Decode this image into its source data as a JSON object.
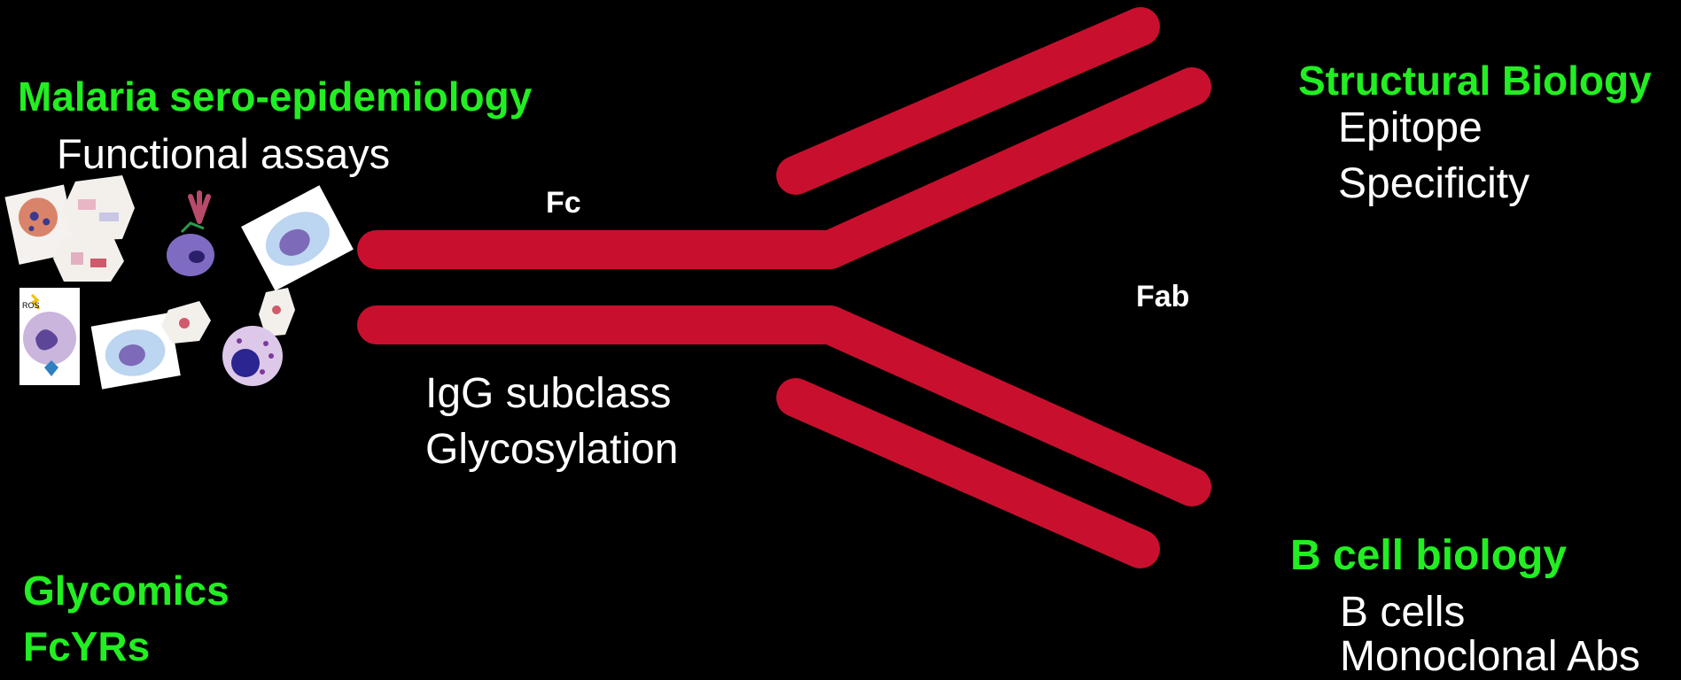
{
  "colors": {
    "antibody": "#c8102e",
    "heading": "#22ee22",
    "body_text": "#ffffff",
    "background": "#000000"
  },
  "left": {
    "heading": "Malaria sero-epidemiology",
    "subtext": "Functional assays",
    "bottom_headings": [
      "Glycomics",
      "FcYRs"
    ]
  },
  "antibody": {
    "fc_label": "Fc",
    "fab_label": "Fab",
    "fc_notes": [
      "IgG subclass",
      "Glycosylation"
    ]
  },
  "right_top": {
    "heading": "Structural Biology",
    "items": [
      "Epitope",
      "Specificity"
    ]
  },
  "right_bottom": {
    "heading": "B cell biology",
    "items": [
      "B cells",
      "Monoclonal Abs"
    ]
  },
  "thumbnails": {
    "ros_label": "ROS"
  }
}
